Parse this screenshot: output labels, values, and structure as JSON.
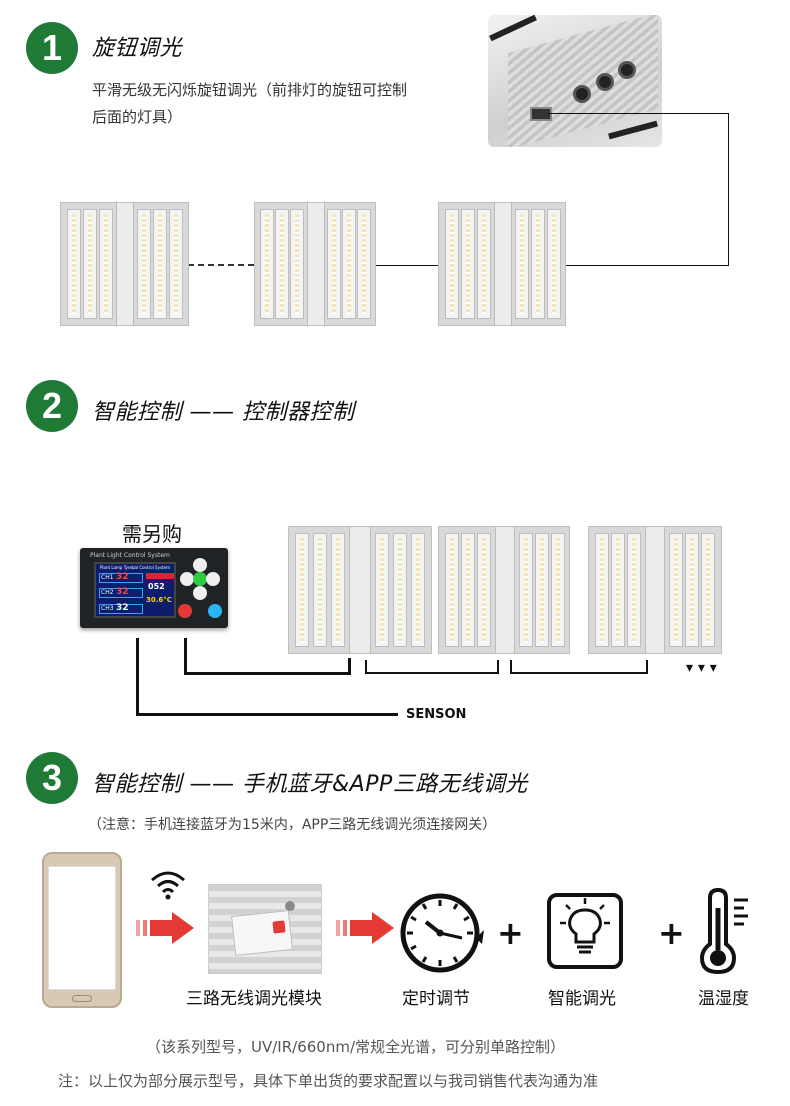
{
  "section1": {
    "number": "1",
    "title": "旋钮调光",
    "desc_line1": "平滑无级无闪烁旋钮调光（前排灯的旋钮可控制",
    "desc_line2": "后面的灯具）"
  },
  "section2": {
    "number": "2",
    "title": "智能控制 —— 控制器控制",
    "buy_label": "需另购",
    "sensor_label": "SENSON",
    "controller": {
      "header": "Plant Light Control System",
      "sub": "Plant Lamp  Tyrebal  Control System",
      "row1_label": "CH1",
      "row1_value": "32",
      "row2_label": "CH2",
      "row2_value": "32",
      "row3_label": "CH3",
      "row3_value": "32",
      "side1_value": "052",
      "side2_value": "30.6°C"
    }
  },
  "section3": {
    "number": "3",
    "title": "智能控制 ——  手机蓝牙&APP三路无线调光",
    "note": "（注意：手机连接蓝牙为15米内，APP三路无线调光须连接网关）",
    "caption_module": "三路无线调光模块",
    "caption_timer": "定时调节",
    "caption_dimming": "智能调光",
    "caption_temp": "温湿度",
    "plus": "+"
  },
  "footer": {
    "line1": "（该系列型号，UV/IR/660nm/常规全光谱，可分别单路控制）",
    "line2": "注：以上仅为部分展示型号，具体下单出货的要求配置以与我司销售代表沟通为准"
  },
  "colors": {
    "brand_green": "#1e7a35",
    "arrow_red": "#e53935"
  },
  "icons": [
    "wifi-icon",
    "clock-icon",
    "bulb-icon",
    "thermometer-icon",
    "red-arrow-icon"
  ]
}
